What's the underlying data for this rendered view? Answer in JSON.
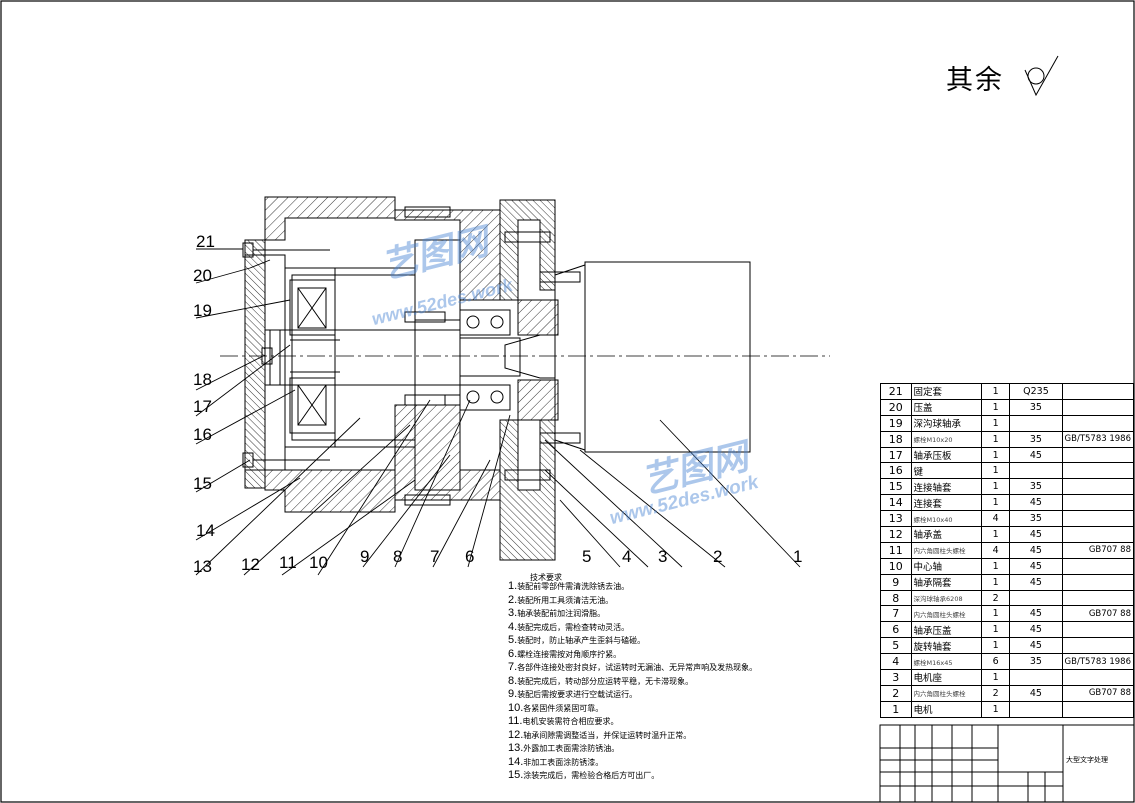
{
  "surface_symbol_text": "其余",
  "part_labels": [
    "21",
    "20",
    "19",
    "18",
    "17",
    "16",
    "15",
    "14",
    "13",
    "12",
    "11",
    "10",
    "9",
    "8",
    "7",
    "6",
    "5",
    "4",
    "3",
    "2",
    "1"
  ],
  "tech_requirements": {
    "title": "技术要求",
    "items": [
      {
        "n": "1.",
        "text": "装配前零部件需清洗除锈去油。"
      },
      {
        "n": "2.",
        "text": "装配所用工具须清洁无油。"
      },
      {
        "n": "3.",
        "text": "轴承装配前加注润滑脂。"
      },
      {
        "n": "4.",
        "text": "装配完成后，需检查转动灵活。"
      },
      {
        "n": "5.",
        "text": "装配时，防止轴承产生歪斜与磕碰。"
      },
      {
        "n": "6.",
        "text": "螺栓连接需按对角顺序拧紧。"
      },
      {
        "n": "7.",
        "text": "各部件连接处密封良好，试运转时无漏油、无异常声响及发热现象。"
      },
      {
        "n": "8.",
        "text": "装配完成后，转动部分应运转平稳，无卡滞现象。"
      },
      {
        "n": "9.",
        "text": "装配后需按要求进行空载试运行。"
      },
      {
        "n": "10.",
        "text": "各紧固件须紧固可靠。"
      },
      {
        "n": "11.",
        "text": "电机安装需符合相应要求。"
      },
      {
        "n": "12.",
        "text": "轴承间隙需调整适当，并保证运转时温升正常。"
      },
      {
        "n": "13.",
        "text": "外露加工表面需涂防锈油。"
      },
      {
        "n": "14.",
        "text": "非加工表面涂防锈漆。"
      },
      {
        "n": "15.",
        "text": "涂装完成后，需检验合格后方可出厂。"
      }
    ]
  },
  "bom": [
    {
      "no": "21",
      "name": "固定套",
      "qty": "1",
      "mat": "Q235",
      "remark": ""
    },
    {
      "no": "20",
      "name": "压盖",
      "qty": "1",
      "mat": "35",
      "remark": ""
    },
    {
      "no": "19",
      "name": "深沟球轴承",
      "qty": "1",
      "mat": "",
      "remark": ""
    },
    {
      "no": "18",
      "name": "螺栓M10x20",
      "qty": "1",
      "mat": "35",
      "remark": "GB/T5783 1986"
    },
    {
      "no": "17",
      "name": "轴承压板",
      "qty": "1",
      "mat": "45",
      "remark": ""
    },
    {
      "no": "16",
      "name": "键",
      "qty": "1",
      "mat": "",
      "remark": ""
    },
    {
      "no": "15",
      "name": "连接轴套",
      "qty": "1",
      "mat": "35",
      "remark": ""
    },
    {
      "no": "14",
      "name": "连接套",
      "qty": "1",
      "mat": "45",
      "remark": ""
    },
    {
      "no": "13",
      "name": "螺栓M10x40",
      "qty": "4",
      "mat": "35",
      "remark": ""
    },
    {
      "no": "12",
      "name": "轴承盖",
      "qty": "1",
      "mat": "45",
      "remark": ""
    },
    {
      "no": "11",
      "name": "内六角圆柱头螺栓",
      "qty": "4",
      "mat": "45",
      "remark": "GB707 88"
    },
    {
      "no": "10",
      "name": "中心轴",
      "qty": "1",
      "mat": "45",
      "remark": ""
    },
    {
      "no": "9",
      "name": "轴承隔套",
      "qty": "1",
      "mat": "45",
      "remark": ""
    },
    {
      "no": "8",
      "name": "深沟球轴承6208",
      "qty": "2",
      "mat": "",
      "remark": ""
    },
    {
      "no": "7",
      "name": "内六角圆柱头螺栓",
      "qty": "1",
      "mat": "45",
      "remark": "GB707 88"
    },
    {
      "no": "6",
      "name": "轴承压盖",
      "qty": "1",
      "mat": "45",
      "remark": ""
    },
    {
      "no": "5",
      "name": "旋转轴套",
      "qty": "1",
      "mat": "45",
      "remark": ""
    },
    {
      "no": "4",
      "name": "螺栓M16x45",
      "qty": "6",
      "mat": "35",
      "remark": "GB/T5783 1986"
    },
    {
      "no": "3",
      "name": "电机座",
      "qty": "1",
      "mat": "",
      "remark": ""
    },
    {
      "no": "2",
      "name": "内六角圆柱头螺栓",
      "qty": "2",
      "mat": "45",
      "remark": "GB707 88"
    },
    {
      "no": "1",
      "name": "电机",
      "qty": "1",
      "mat": "",
      "remark": ""
    }
  ],
  "title_block": {
    "title": "大型文字处理"
  },
  "watermark": {
    "brand": "艺图网",
    "url": "www.52des.work",
    "color": "#4682d2"
  }
}
